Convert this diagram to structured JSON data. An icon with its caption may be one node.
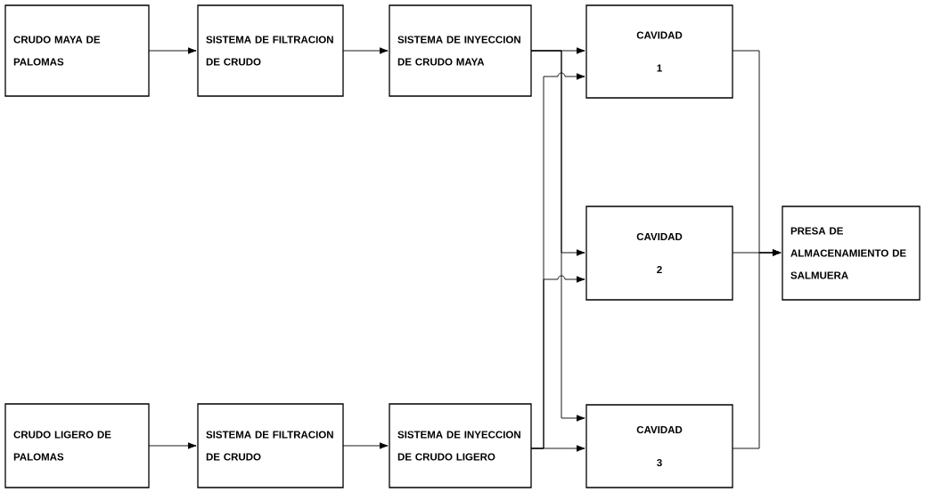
{
  "diagram": {
    "nodes": [
      {
        "text": [
          "CRUDO MAYA DE PALOMAS"
        ]
      },
      {
        "text": [
          "SISTEMA DE FILTRACION DE CRUDO"
        ]
      },
      {
        "text": [
          "SISTEMA DE INYECCION DE CRUDO MAYA"
        ]
      },
      {
        "text": [
          "CAVIDAD",
          "1"
        ]
      },
      {
        "text": [
          "CAVIDAD",
          "2"
        ]
      },
      {
        "text": [
          "CAVIDAD",
          "3"
        ]
      },
      {
        "text": [
          "PRESA DE ALMACENAMIENTO DE SALMUERA"
        ]
      },
      {
        "text": [
          "CRUDO LIGERO DE PALOMAS"
        ]
      },
      {
        "text": [
          "SISTEMA DE FILTRACION DE CRUDO"
        ]
      },
      {
        "text": [
          "SISTEMA DE INYECCION DE CRUDO LIGERO"
        ]
      }
    ],
    "edges": [
      {
        "from": 0,
        "to": 1,
        "arrow": "to"
      },
      {
        "from": 1,
        "to": 2,
        "arrow": "to"
      },
      {
        "from": 2,
        "to": 3,
        "arrow": "to"
      },
      {
        "from": 2,
        "to": 4,
        "arrow": "to"
      },
      {
        "from": 2,
        "to": 5,
        "arrow": "to"
      },
      {
        "from": 7,
        "to": 8,
        "arrow": "to"
      },
      {
        "from": 8,
        "to": 9,
        "arrow": "to"
      },
      {
        "from": 9,
        "to": 3,
        "arrow": "to"
      },
      {
        "from": 9,
        "to": 4,
        "arrow": "to"
      },
      {
        "from": 9,
        "to": 5,
        "arrow": "to"
      },
      {
        "from": 3,
        "to": 6,
        "arrow": "to"
      },
      {
        "from": 4,
        "to": 6,
        "arrow": "to"
      },
      {
        "from": 5,
        "to": 6,
        "arrow": "to"
      }
    ]
  }
}
